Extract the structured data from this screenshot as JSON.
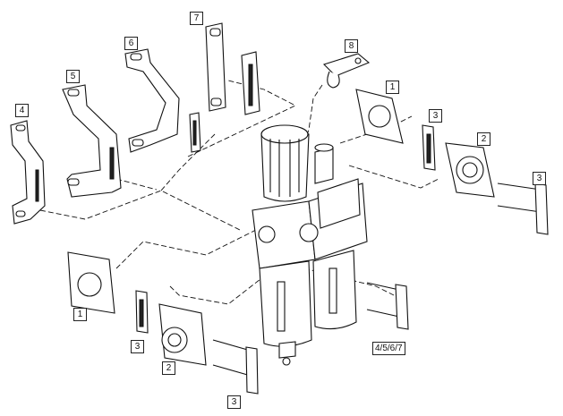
{
  "callouts": {
    "c1_top": "1",
    "c1_bottom": "1",
    "c2_right": "2",
    "c2_bottom": "2",
    "c3_right": "3",
    "c3_bottom_left": "3",
    "c3_bottom": "3",
    "c3_far_right": "3",
    "c4": "4",
    "c5": "5",
    "c6": "6",
    "c7": "7",
    "c8": "8",
    "c_group": "4/5/6/7"
  }
}
